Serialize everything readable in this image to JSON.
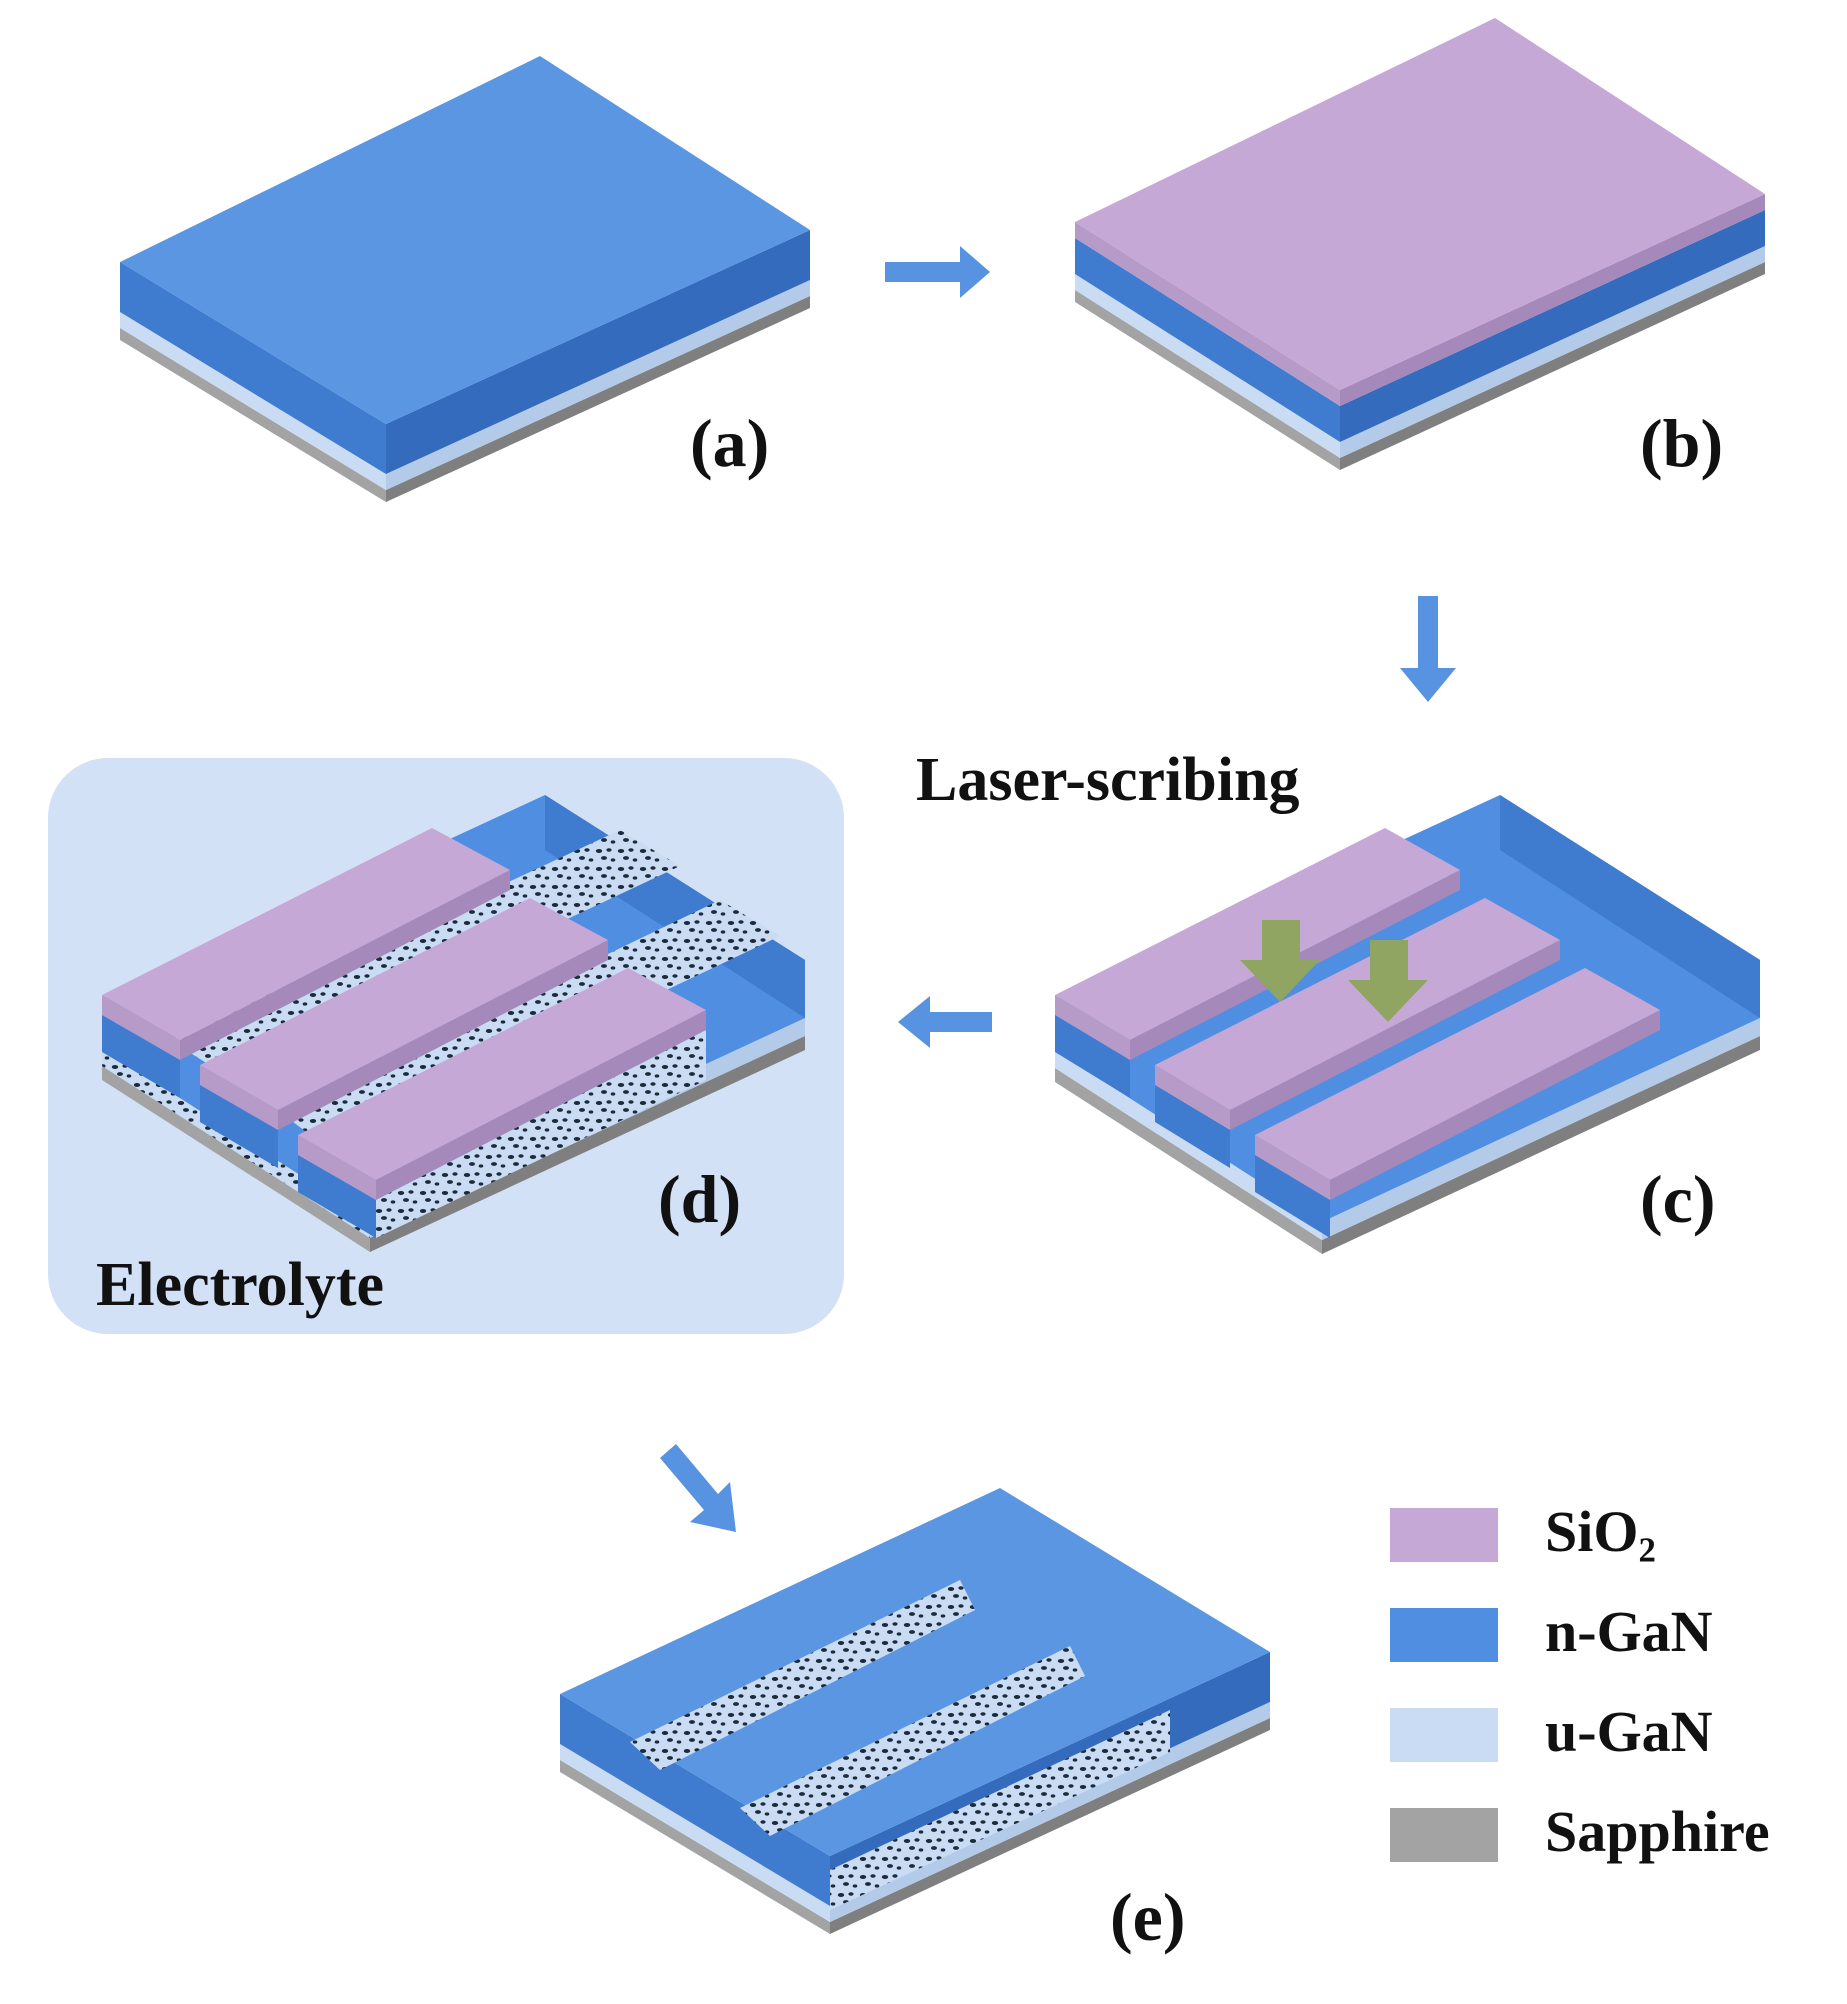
{
  "panels": {
    "a": "(a)",
    "b": "(b)",
    "c": "(c)",
    "d": "(d)",
    "e": "(e)"
  },
  "annotations": {
    "laser": "Laser-scribing",
    "electrolyte": "Electrolyte"
  },
  "legend": [
    {
      "name": "SiO",
      "sub": "2",
      "color": "#c6a8d6"
    },
    {
      "name": "n-GaN",
      "sub": "",
      "color": "#4f8ee0"
    },
    {
      "name": "u-GaN",
      "sub": "",
      "color": "#c9dcf4"
    },
    {
      "name": "Sapphire",
      "sub": "",
      "color": "#a3a3a3"
    }
  ],
  "colors": {
    "sio2": "#c6a8d6",
    "ngan": "#4f8ee0",
    "ugan": "#c9dcf4",
    "sapphire": "#a3a3a3",
    "arrow": "#5793e0",
    "laser_arrow": "#8fa561",
    "electrolyte_bg": "#d3e1f6"
  }
}
